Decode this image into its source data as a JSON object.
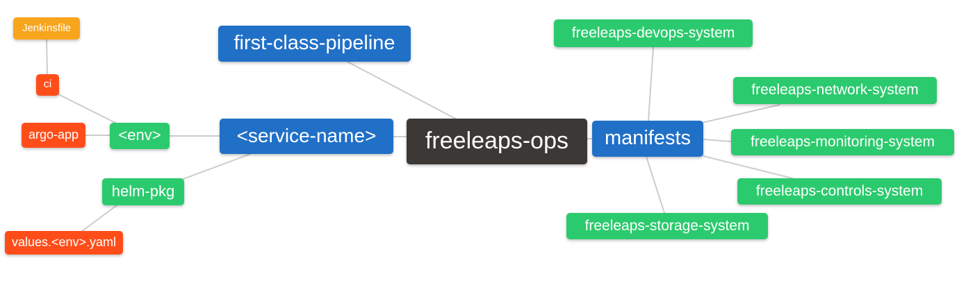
{
  "diagram": {
    "type": "mindmap",
    "background": "#ffffff",
    "palette": {
      "blue": "#2170c7",
      "green": "#2cca6e",
      "red_orange": "#ff4d1a",
      "orange": "#f8a51e",
      "dark_gray": "#3b3836",
      "edge_line": "#cccccc",
      "node_text": "#ffffff"
    },
    "root_label": "freeleaps-ops",
    "nodes": [
      {
        "id": "jenkinsfile",
        "label": "Jenkinsfile",
        "role": "orange"
      },
      {
        "id": "ci",
        "label": "ci",
        "role": "red_orange"
      },
      {
        "id": "argo-app",
        "label": "argo-app",
        "role": "red_orange"
      },
      {
        "id": "env",
        "label": "<env>",
        "role": "green"
      },
      {
        "id": "helm-pkg",
        "label": "helm-pkg",
        "role": "green"
      },
      {
        "id": "values-env-yaml",
        "label": "values.<env>.yaml",
        "role": "red_orange"
      },
      {
        "id": "first-class-pipeline",
        "label": "first-class-pipeline",
        "role": "blue"
      },
      {
        "id": "service-name",
        "label": "<service-name>",
        "role": "blue"
      },
      {
        "id": "freeleaps-ops",
        "label": "freeleaps-ops",
        "role": "dark_gray"
      },
      {
        "id": "manifests",
        "label": "manifests",
        "role": "blue"
      },
      {
        "id": "freeleaps-devops-system",
        "label": "freeleaps-devops-system",
        "role": "green"
      },
      {
        "id": "freeleaps-network-system",
        "label": "freeleaps-network-system",
        "role": "green"
      },
      {
        "id": "freeleaps-monitoring-system",
        "label": "freeleaps-monitoring-system",
        "role": "green"
      },
      {
        "id": "freeleaps-controls-system",
        "label": "freeleaps-controls-system",
        "role": "green"
      },
      {
        "id": "freeleaps-storage-system",
        "label": "freeleaps-storage-system",
        "role": "green"
      }
    ],
    "edges": [
      [
        "ci",
        "jenkinsfile"
      ],
      [
        "env",
        "ci"
      ],
      [
        "env",
        "argo-app"
      ],
      [
        "service-name",
        "env"
      ],
      [
        "service-name",
        "helm-pkg"
      ],
      [
        "helm-pkg",
        "values-env-yaml"
      ],
      [
        "freeleaps-ops",
        "first-class-pipeline"
      ],
      [
        "freeleaps-ops",
        "service-name"
      ],
      [
        "freeleaps-ops",
        "manifests"
      ],
      [
        "manifests",
        "freeleaps-devops-system"
      ],
      [
        "manifests",
        "freeleaps-network-system"
      ],
      [
        "manifests",
        "freeleaps-monitoring-system"
      ],
      [
        "manifests",
        "freeleaps-controls-system"
      ],
      [
        "manifests",
        "freeleaps-storage-system"
      ]
    ]
  }
}
